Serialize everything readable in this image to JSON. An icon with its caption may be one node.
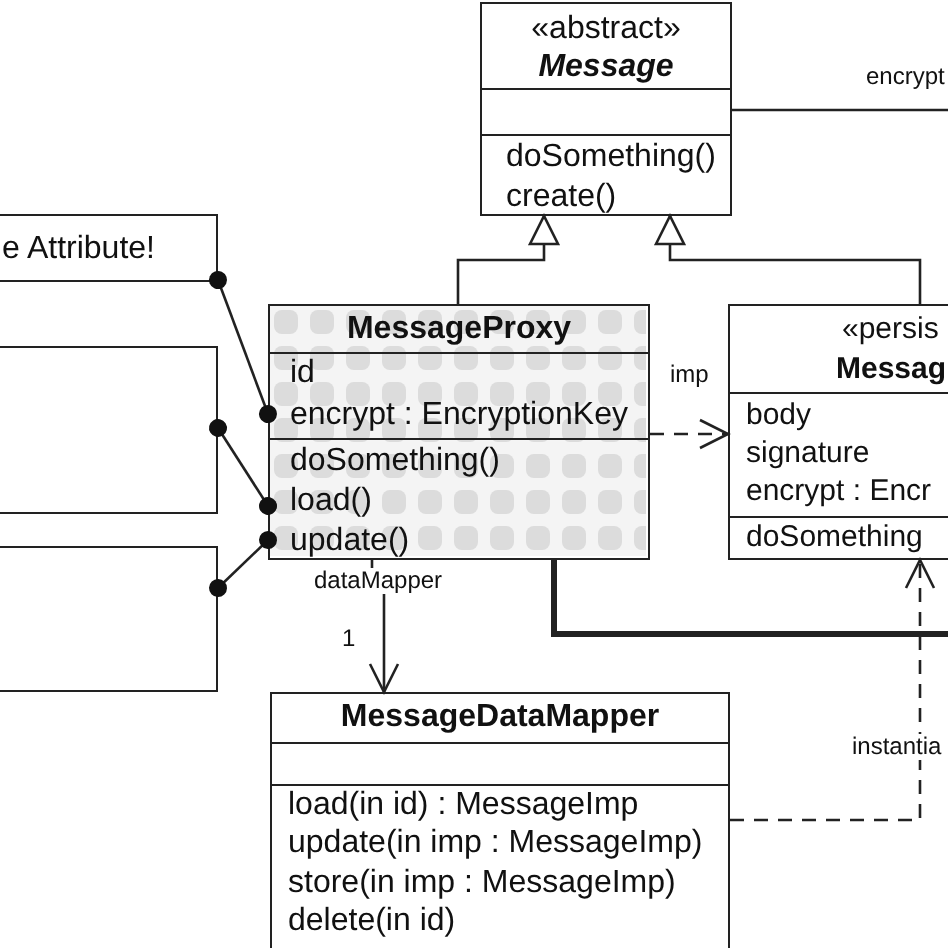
{
  "diagram": {
    "nodes": [
      {
        "text": [
          "«abstract»",
          "Message",
          "doSomething()",
          "create()"
        ]
      },
      {
        "text": [
          "MessageProxy",
          "id",
          "encrypt : EncryptionKey",
          "doSomething()",
          "load()",
          "update()"
        ]
      },
      {
        "text": [
          "«persis",
          "Messag",
          "body",
          "signature",
          "encrypt : Encr",
          "doSomething"
        ]
      },
      {
        "text": [
          "MessageDataMapper",
          "load(in id) : MessageImp",
          "update(in imp : MessageImp)",
          "store(in imp : MessageImp)",
          "delete(in id)"
        ]
      },
      {
        "text": [
          "e Attribute!"
        ]
      },
      {
        "text": [],
        "shape": "box"
      },
      {
        "text": [],
        "shape": "box"
      }
    ],
    "edges": [
      {
        "from": 1,
        "to": 0,
        "arrow": "to"
      },
      {
        "from": 2,
        "to": 0,
        "arrow": "to"
      },
      {
        "from": 1,
        "to": 2,
        "arrow": "to",
        "label": "imp",
        "style": "dashed"
      },
      {
        "from": 1,
        "to": 3,
        "arrow": "to",
        "label": "dataMapper"
      },
      {
        "from": 3,
        "to": 2,
        "arrow": "to",
        "label": "instantia",
        "style": "dashed"
      },
      {
        "from": 0,
        "to": null,
        "arrow": "none",
        "label": "encrypt"
      },
      {
        "from": 1,
        "to": null,
        "arrow": "none",
        "style": "thick"
      },
      {
        "from": 4,
        "to": 1,
        "arrow": "other"
      },
      {
        "from": 5,
        "to": 1,
        "arrow": "other"
      },
      {
        "from": 6,
        "to": 1,
        "arrow": "other"
      }
    ],
    "labels": [
      "1"
    ]
  }
}
